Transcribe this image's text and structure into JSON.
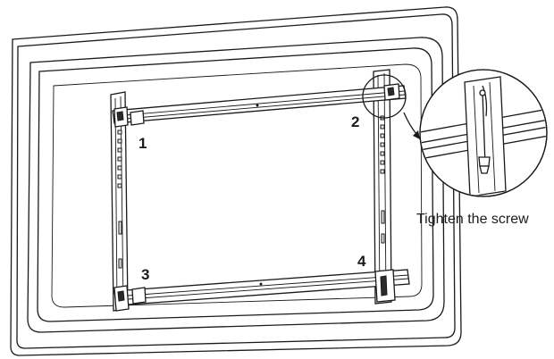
{
  "labels": {
    "bracket_1": "1",
    "bracket_2": "2",
    "bracket_3": "3",
    "bracket_4": "4"
  },
  "callout": {
    "caption": "Tighten the screw"
  }
}
